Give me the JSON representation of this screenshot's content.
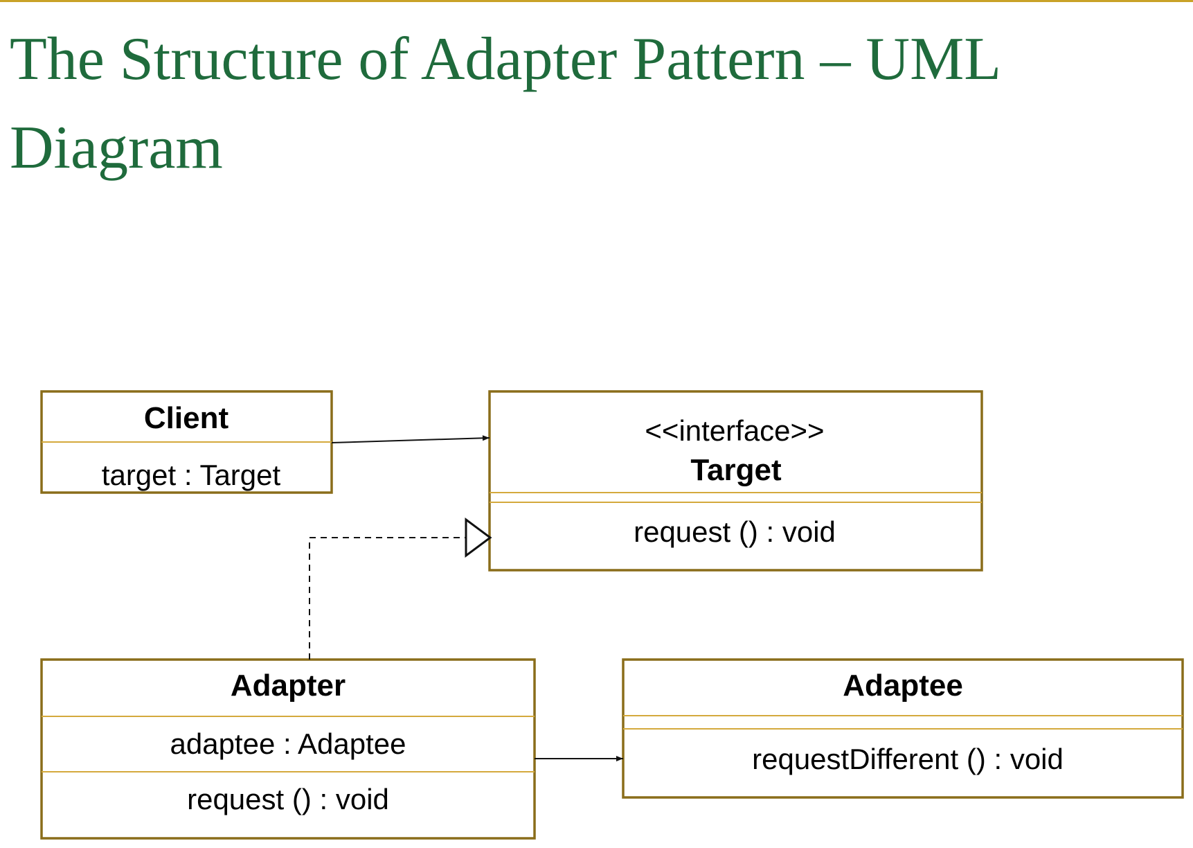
{
  "title": "The Structure of Adapter Pattern – UML Diagram",
  "diagram": {
    "client": {
      "name": "Client",
      "attribute": "target : Target"
    },
    "target": {
      "stereotype": "<<interface>>",
      "name": "Target",
      "operation": "request () : void"
    },
    "adapter": {
      "name": "Adapter",
      "attribute": "adaptee : Adaptee",
      "operation": "request () : void"
    },
    "adaptee": {
      "name": "Adaptee",
      "operation": "requestDifferent () : void"
    },
    "relations": [
      {
        "from": "Client",
        "to": "Target",
        "type": "association"
      },
      {
        "from": "Adapter",
        "to": "Target",
        "type": "realization"
      },
      {
        "from": "Adapter",
        "to": "Adaptee",
        "type": "association"
      }
    ]
  },
  "colors": {
    "title": "#1f6b3c",
    "border": "#8a6d1a",
    "divider": "#d4a93c",
    "top_rule": "#c9a227"
  }
}
